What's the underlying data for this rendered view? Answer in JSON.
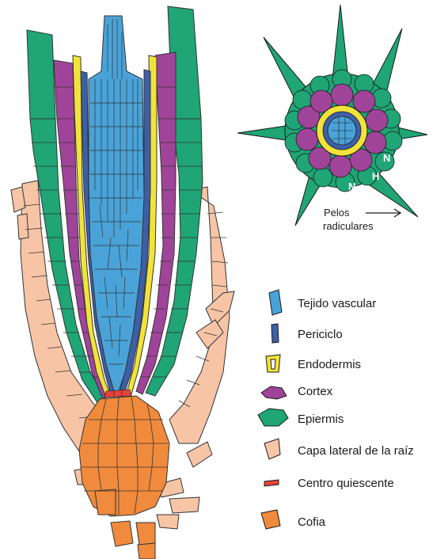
{
  "cross_section": {
    "labels": {
      "n1": "N",
      "n2": "N",
      "h": "H"
    },
    "annotation": {
      "line1": "Pelos",
      "line2": "radiculares"
    }
  },
  "legend": [
    {
      "key": "vascular",
      "label": "Tejido vascular",
      "color": "#4aa3d8"
    },
    {
      "key": "periciclo",
      "label": "Periciclo",
      "color": "#3d5fa8"
    },
    {
      "key": "endodermis",
      "label": "Endodermis",
      "color": "#f2e33a"
    },
    {
      "key": "cortex",
      "label": "Cortex",
      "color": "#a0449a"
    },
    {
      "key": "epidermis",
      "label": "Epiermis",
      "color": "#1fa576"
    },
    {
      "key": "capa",
      "label": "Capa lateral de la raíz",
      "color": "#f7c4a6"
    },
    {
      "key": "centro",
      "label": "Centro quiescente",
      "color": "#e8423a"
    },
    {
      "key": "cofia",
      "label": "Cofia",
      "color": "#f08a3c"
    }
  ]
}
